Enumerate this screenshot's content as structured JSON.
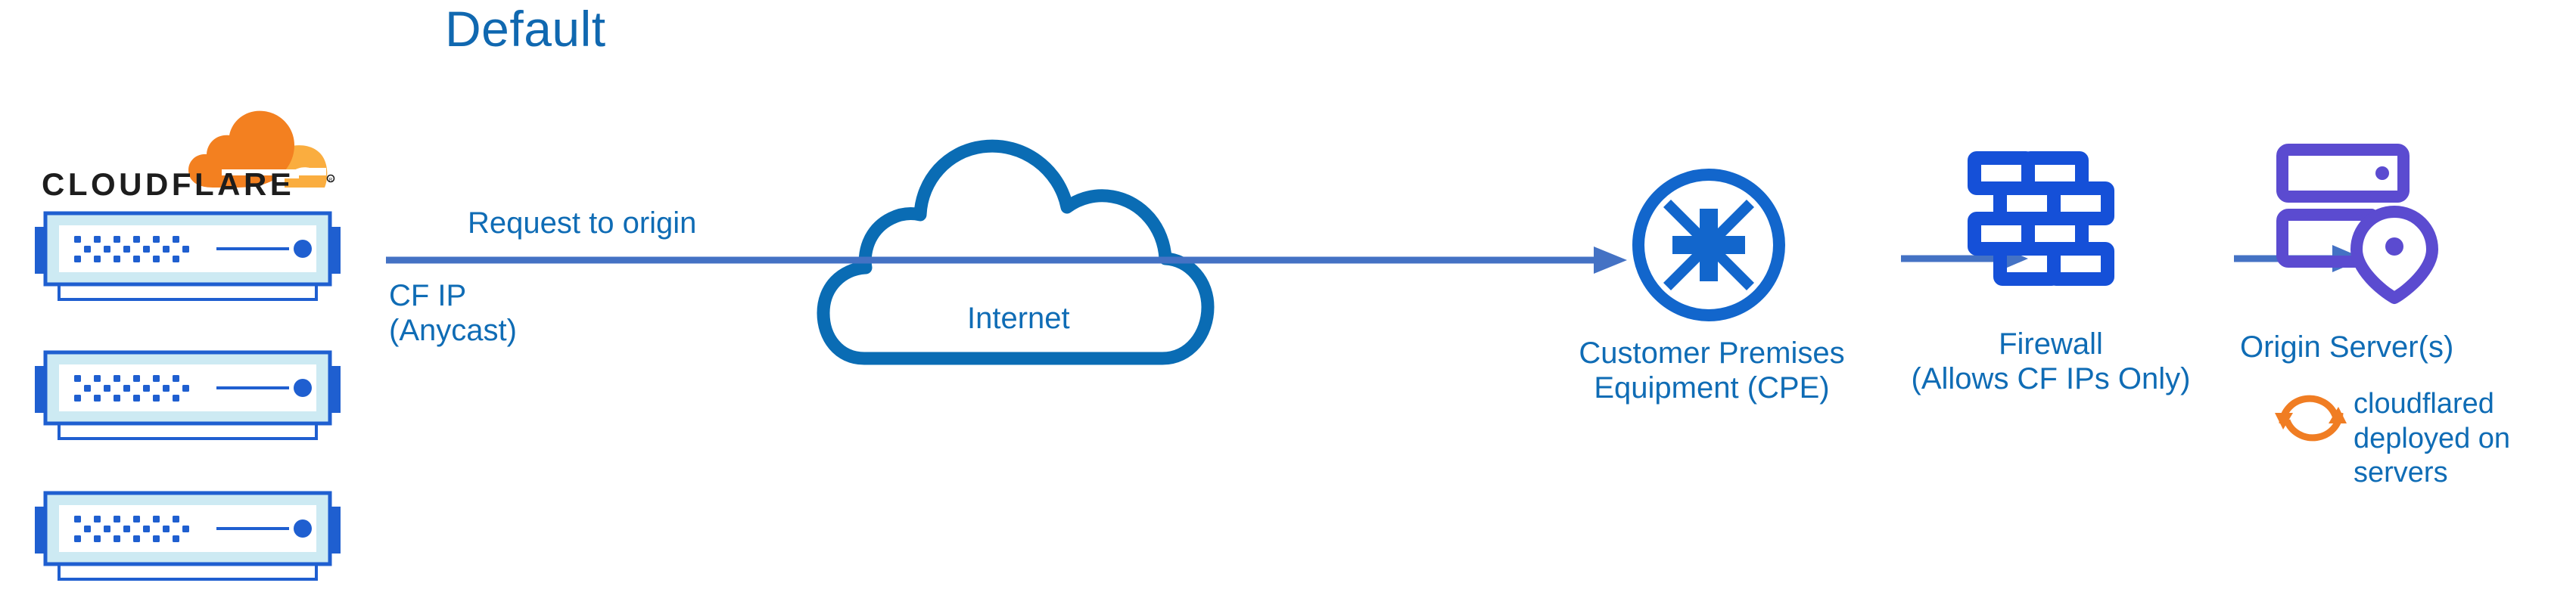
{
  "title": "Default",
  "colors": {
    "title_blue": "#1068b0",
    "label_blue": "#0f6cb5",
    "arrow_blue": "#4472c4",
    "cloud_blue": "#0a6cb4",
    "icon_blue": "#1266cc",
    "firewall_blue": "#1550d8",
    "server_blue": "#1f5fd0",
    "server_body": "#cdeaf3",
    "origin_purple": "#5b4bd0",
    "cloudflare_orange": "#f38020",
    "cloudflare_orange_light": "#faad3f",
    "cloudflared_orange": "#f07d23"
  },
  "cloudflare": {
    "wordmark": "CLOUDFLARE",
    "registered_mark": "®",
    "server_count": 3
  },
  "flow": {
    "request_label": "Request to origin",
    "cf_ip_label": "CF IP\n(Anycast)",
    "internet_label": "Internet",
    "cpe_label": "Customer Premises\nEquipment (CPE)",
    "firewall_label": "Firewall\n(Allows CF IPs Only)",
    "origin_label": "Origin Server(s)",
    "cloudflared_label": "cloudflared\ndeployed on\nservers"
  },
  "icons": {
    "cloudflare_logo": "cloudflare-cloud-logo",
    "cloudflare_server": "rack-server-icon",
    "internet": "cloud-outline-icon",
    "cpe": "router-four-arrows-icon",
    "firewall": "brick-wall-icon",
    "origin": "server-stack-with-map-pin-icon",
    "cloudflared": "circular-sync-arrows-icon",
    "arrow": "right-arrow-icon"
  }
}
